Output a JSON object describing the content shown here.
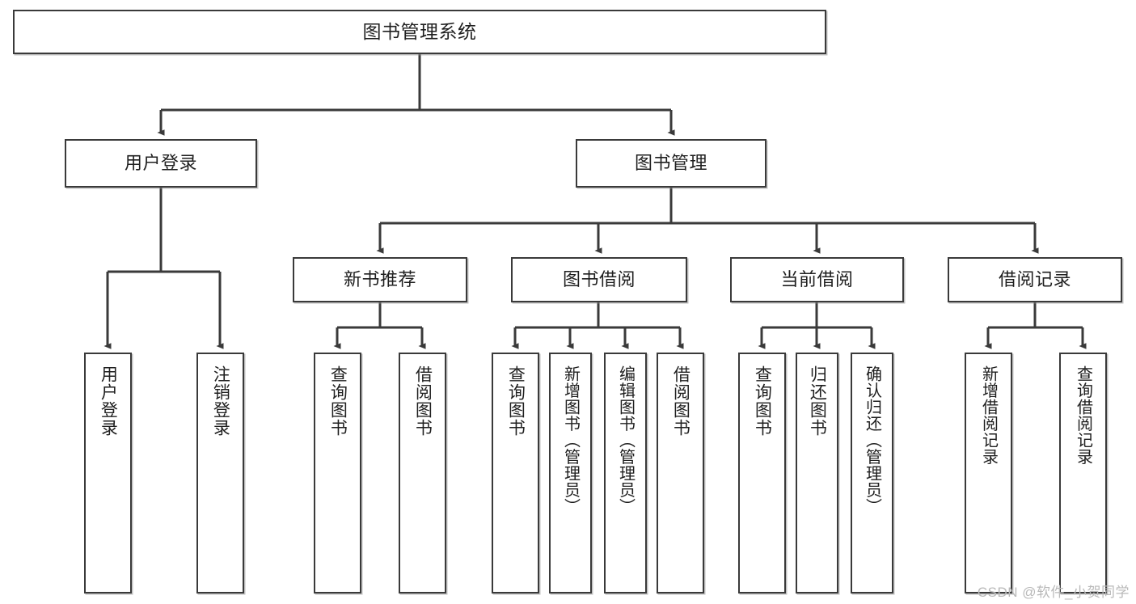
{
  "diagram": {
    "title": "图书管理系统",
    "type": "functional-structure-tree",
    "orientation": "top-down",
    "line_color": "#3a3a3a",
    "box_fill": "#ffffff",
    "text_color": "#1f1f1f",
    "watermark": "CSDN @软件_小贺同学"
  },
  "root": {
    "label": "图书管理系统"
  },
  "level1": [
    {
      "label": "用户登录"
    },
    {
      "label": "图书管理"
    }
  ],
  "level2": [
    {
      "label": "新书推荐"
    },
    {
      "label": "图书借阅"
    },
    {
      "label": "当前借阅"
    },
    {
      "label": "借阅记录"
    }
  ],
  "leaves": {
    "user_login": [
      {
        "label": "用户登录"
      },
      {
        "label": "注销登录"
      }
    ],
    "new_book_recommend": [
      {
        "label": "查询图书"
      },
      {
        "label": "借阅图书"
      }
    ],
    "book_borrow": [
      {
        "label": "查询图书"
      },
      {
        "label": "新增图书（管理员）"
      },
      {
        "label": "编辑图书（管理员）"
      },
      {
        "label": "借阅图书"
      }
    ],
    "current_borrow": [
      {
        "label": "查询图书"
      },
      {
        "label": "归还图书"
      },
      {
        "label": "确认归还（管理员）"
      }
    ],
    "borrow_record": [
      {
        "label": "新增借阅记录"
      },
      {
        "label": "查询借阅记录"
      }
    ]
  }
}
